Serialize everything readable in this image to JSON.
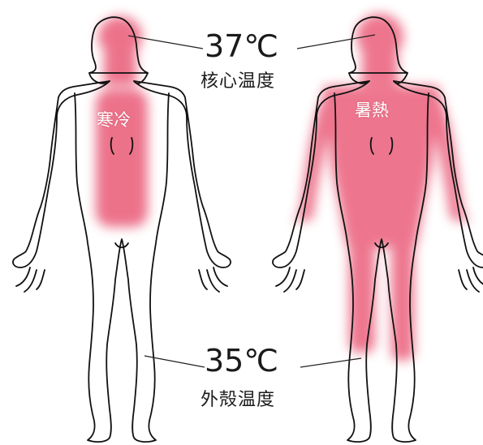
{
  "core": {
    "temperature": "37℃",
    "label": "核心温度"
  },
  "shell": {
    "temperature": "35℃",
    "label": "外殻温度"
  },
  "figures": {
    "cold": {
      "label": "寒冷"
    },
    "hot": {
      "label": "暑熱"
    }
  },
  "colors": {
    "warm_region": "#e8506e",
    "outline": "#111111",
    "text": "#1a1a1a"
  }
}
